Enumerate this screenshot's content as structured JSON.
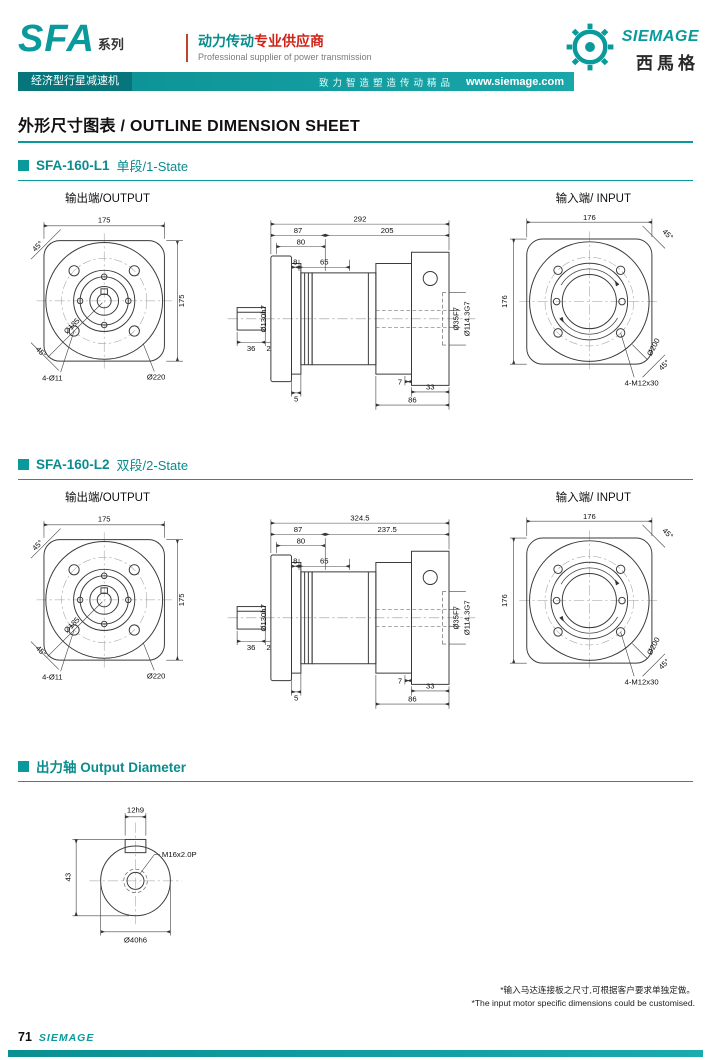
{
  "header": {
    "brand": "SFA",
    "brand_suffix": "系列",
    "slogan_cn_strong": "动力传动",
    "slogan_cn_red": "专业供应商",
    "slogan_en": "Professional supplier of power transmission",
    "band_product": "经济型行星减速机",
    "band_slogan": "致力智造塑造传动精品",
    "website": "www.siemage.com",
    "logo_name": "SIEMAGE",
    "logo_cn": "西馬格"
  },
  "page_title": "外形尺寸图表 / OUTLINE DIMENSION SHEET",
  "labels": {
    "output": "输出端/OUTPUT",
    "input": "输入端/ INPUT"
  },
  "sections": {
    "l1": {
      "code": "SFA-160-L1",
      "state": "单段/1-State",
      "out_flange": {
        "w": "175",
        "h": "175",
        "bcd": "Ø185",
        "outer": "Ø220",
        "holes": "4-Ø11",
        "angle": "45°"
      },
      "side": {
        "total": "292",
        "a": "87",
        "b": "205",
        "c": "80",
        "d": "8",
        "e": "65",
        "bore": "Ø130h7",
        "f": "36",
        "g": "2",
        "h": "5",
        "shaft_hole": "Ø35F7",
        "pilot": "Ø114.3G7",
        "i": "7",
        "j": "33",
        "k": "86"
      },
      "in_flange": {
        "w": "176",
        "h": "176",
        "outer": "Ø200",
        "holes": "4-M12x30",
        "angle": "45°"
      }
    },
    "l2": {
      "code": "SFA-160-L2",
      "state": "双段/2-State",
      "out_flange": {
        "w": "175",
        "h": "175",
        "bcd": "Ø185",
        "outer": "Ø220",
        "holes": "4-Ø11",
        "angle": "45°"
      },
      "side": {
        "total": "324.5",
        "a": "87",
        "b": "237.5",
        "c": "80",
        "d": "8",
        "e": "65",
        "bore": "Ø130h7",
        "f": "36",
        "g": "2",
        "h": "5",
        "shaft_hole": "Ø35F7",
        "pilot": "Ø114.3G7",
        "i": "7",
        "j": "33",
        "k": "86"
      },
      "in_flange": {
        "w": "176",
        "h": "176",
        "outer": "Ø200",
        "holes": "4-M12x30",
        "angle": "45°"
      }
    },
    "shaft": {
      "title": "出力轴 Output Diameter",
      "key": "12h9",
      "thread": "M16x2.0P",
      "height": "43",
      "dia": "Ø40h6"
    }
  },
  "footnotes": {
    "cn": "*输入马达连接板之尺寸,可根据客户要求单独定做。",
    "en": "*The input motor specific dimensions could be customised."
  },
  "footer": {
    "page": "71",
    "brand": "SIEMAGE"
  }
}
